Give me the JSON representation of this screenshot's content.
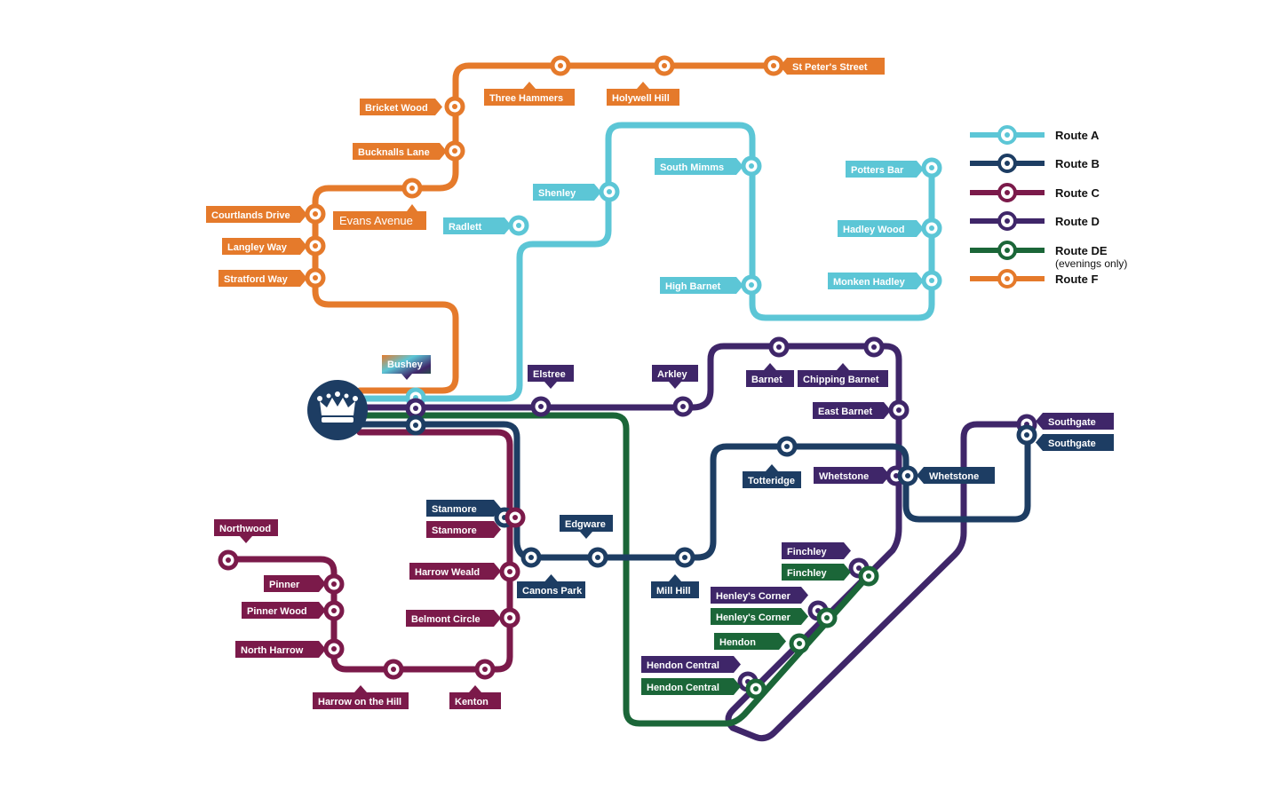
{
  "colors": {
    "A": "#5cc6d6",
    "B": "#1d3d63",
    "C": "#7b1a4a",
    "D": "#3f2669",
    "DE": "#1b6638",
    "F": "#e57a2b",
    "hub": "#1d3d63"
  },
  "hub": {
    "icon": "crown-icon"
  },
  "legend": {
    "A": "Route A",
    "B": "Route B",
    "C": "Route C",
    "D": "Route D",
    "DE": "Route DE",
    "DE_note": "(evenings only)",
    "F": "Route F"
  },
  "stops": {
    "st_peters_street": "St Peter's Street",
    "holywell_hill": "Holywell Hill",
    "three_hammers": "Three Hammers",
    "bricket_wood": "Bricket Wood",
    "bucknalls_lane": "Bucknalls Lane",
    "evans_avenue": "Evans Avenue",
    "courtlands_drive": "Courtlands Drive",
    "langley_way": "Langley Way",
    "stratford_way": "Stratford Way",
    "bushey": "Bushey",
    "radlett": "Radlett",
    "shenley": "Shenley",
    "south_mimms": "South Mimms",
    "high_barnet": "High Barnet",
    "potters_bar": "Potters Bar",
    "hadley_wood": "Hadley Wood",
    "monken_hadley": "Monken Hadley",
    "elstree": "Elstree",
    "arkley": "Arkley",
    "barnet": "Barnet",
    "chipping_barnet": "Chipping Barnet",
    "east_barnet": "East Barnet",
    "whetstone_d": "Whetstone",
    "whetstone_b": "Whetstone",
    "totteridge": "Totteridge",
    "southgate_d": "Southgate",
    "southgate_b": "Southgate",
    "stanmore_b": "Stanmore",
    "stanmore_c": "Stanmore",
    "edgware": "Edgware",
    "canons_park": "Canons Park",
    "mill_hill": "Mill Hill",
    "harrow_weald": "Harrow Weald",
    "belmont_circle": "Belmont Circle",
    "northwood": "Northwood",
    "pinner": "Pinner",
    "pinner_wood": "Pinner Wood",
    "north_harrow": "North Harrow",
    "harrow_on_the_hill": "Harrow on the Hill",
    "kenton": "Kenton",
    "finchley_d": "Finchley",
    "finchley_de": "Finchley",
    "henleys_corner_d": "Henley's Corner",
    "henleys_corner_de": "Henley's Corner",
    "hendon": "Hendon",
    "hendon_central_d": "Hendon Central",
    "hendon_central_de": "Hendon Central"
  }
}
